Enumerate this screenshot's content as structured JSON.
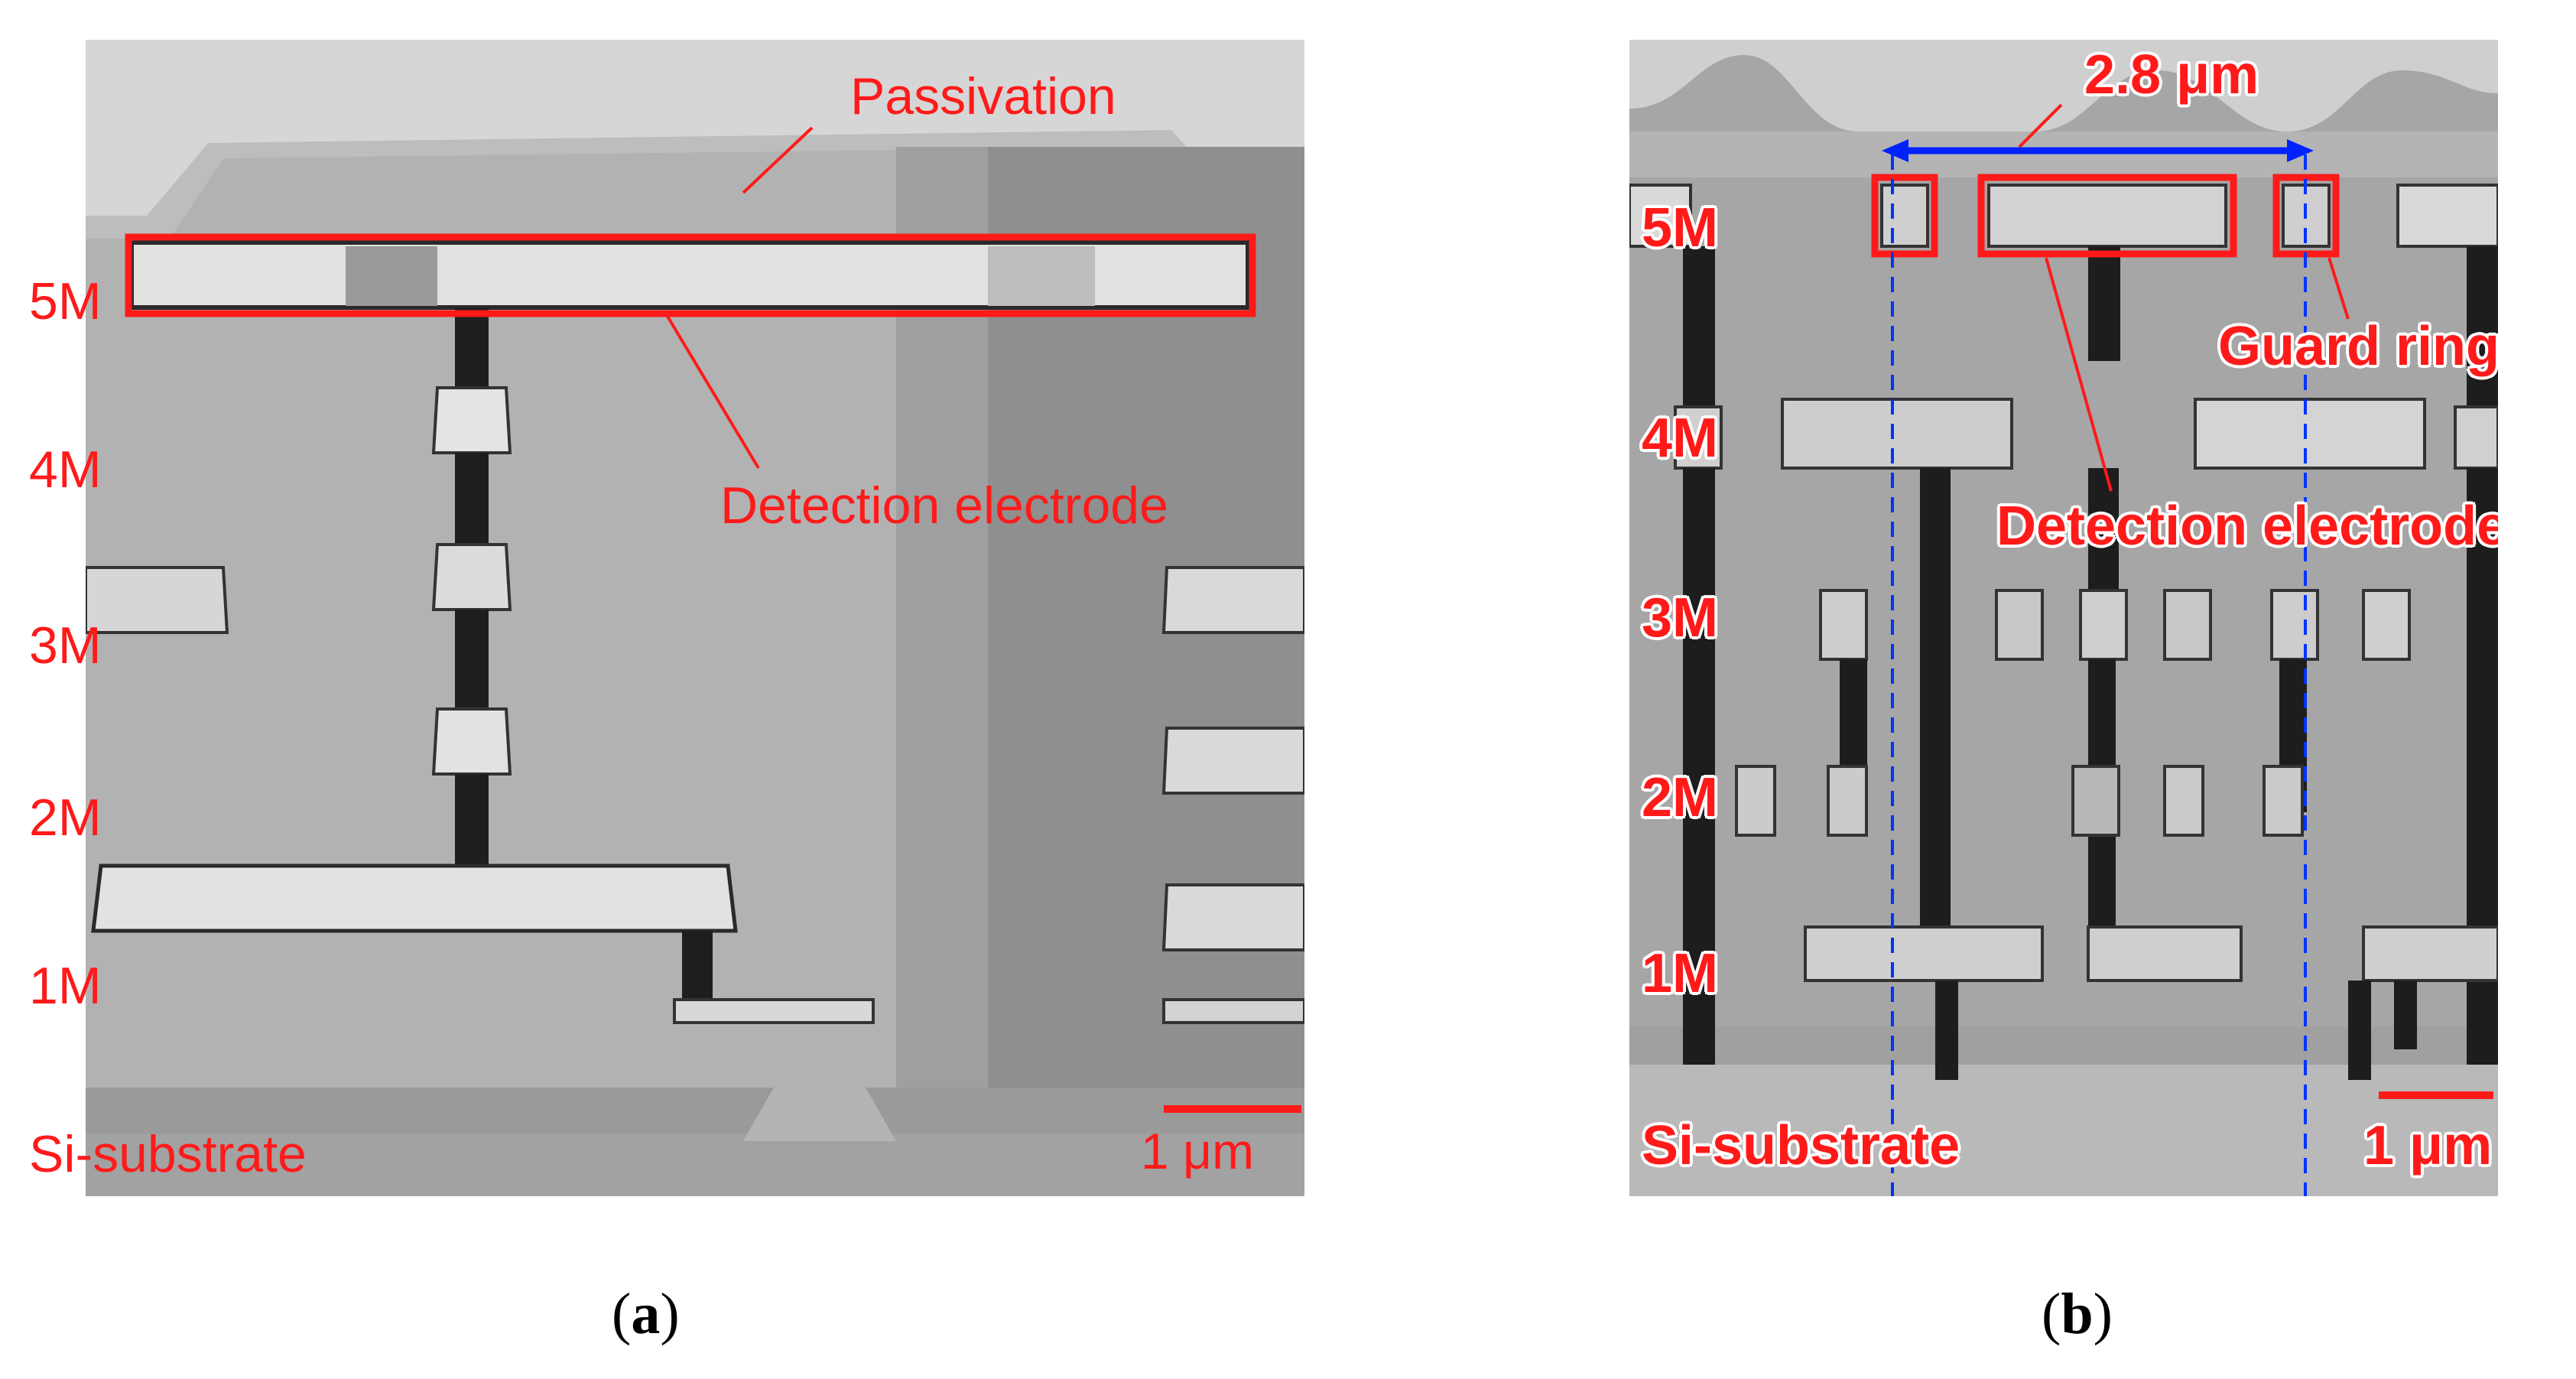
{
  "panel_a": {
    "labels": {
      "passivation": "Passivation",
      "detection_electrode": "Detection electrode",
      "scale": "1 μm",
      "substrate": "Si-substrate"
    },
    "layers": [
      "5M",
      "4M",
      "3M",
      "2M",
      "1M"
    ]
  },
  "panel_b": {
    "labels": {
      "width": "2.8 μm",
      "guard_ring": "Guard ring",
      "detection_electrode": "Detection electrode",
      "scale": "1 μm",
      "substrate": "Si-substrate"
    },
    "layers": [
      "5M",
      "4M",
      "3M",
      "2M",
      "1M"
    ]
  },
  "captions": {
    "a": "a",
    "b": "b"
  },
  "colors": {
    "annotation": "#ff1a1a",
    "dimension_arrow": "#0022ff",
    "guide_line": "#0033ff"
  }
}
